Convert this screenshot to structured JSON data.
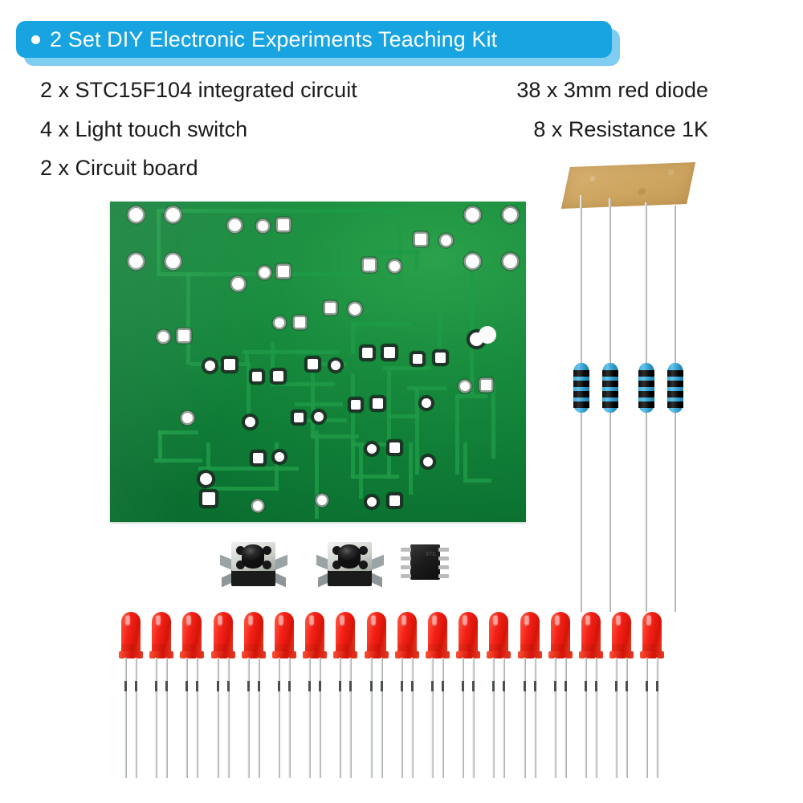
{
  "banner": {
    "bullet": "bullet-dot",
    "title": "2 Set DIY Electronic Experiments Teaching Kit",
    "color": "#17a4e0",
    "shadow_color": "#7fcdf0",
    "text_color": "#ffffff"
  },
  "specs": {
    "left_column": [
      "2 x STC15F104 integrated circuit",
      "4 x Light touch switch",
      "2 x Circuit board"
    ],
    "right_column": [
      "38 x 3mm red diode",
      "8 x Resistance 1K"
    ]
  },
  "components": {
    "pcb": {
      "label": "circuit-board",
      "color": "#158a3d",
      "trace_color": "#1f9a47",
      "pad_color": "#fdfdfd"
    },
    "tact_switches": {
      "label": "light-touch-switch",
      "count_shown": 2,
      "plate_color": "#d7dad5",
      "button_color": "#1b1b1b"
    },
    "ic": {
      "label": "stc15f104-integrated-circuit",
      "package": "SOIC-8",
      "body_color": "#1d1d1d",
      "pin_color": "#b9bcb8",
      "marking": "STC"
    },
    "resistors": {
      "label": "resistance-1k",
      "count_shown": 4,
      "body_color": "#3aa7d8",
      "band_color": "#0d0d0d",
      "bands_per_resistor": 4,
      "tape_color": "#cfa763"
    },
    "leds": {
      "label": "3mm-red-diode",
      "count_shown": 18,
      "lens_color": "#f42017",
      "lead_color": "#cfd3d2"
    }
  }
}
